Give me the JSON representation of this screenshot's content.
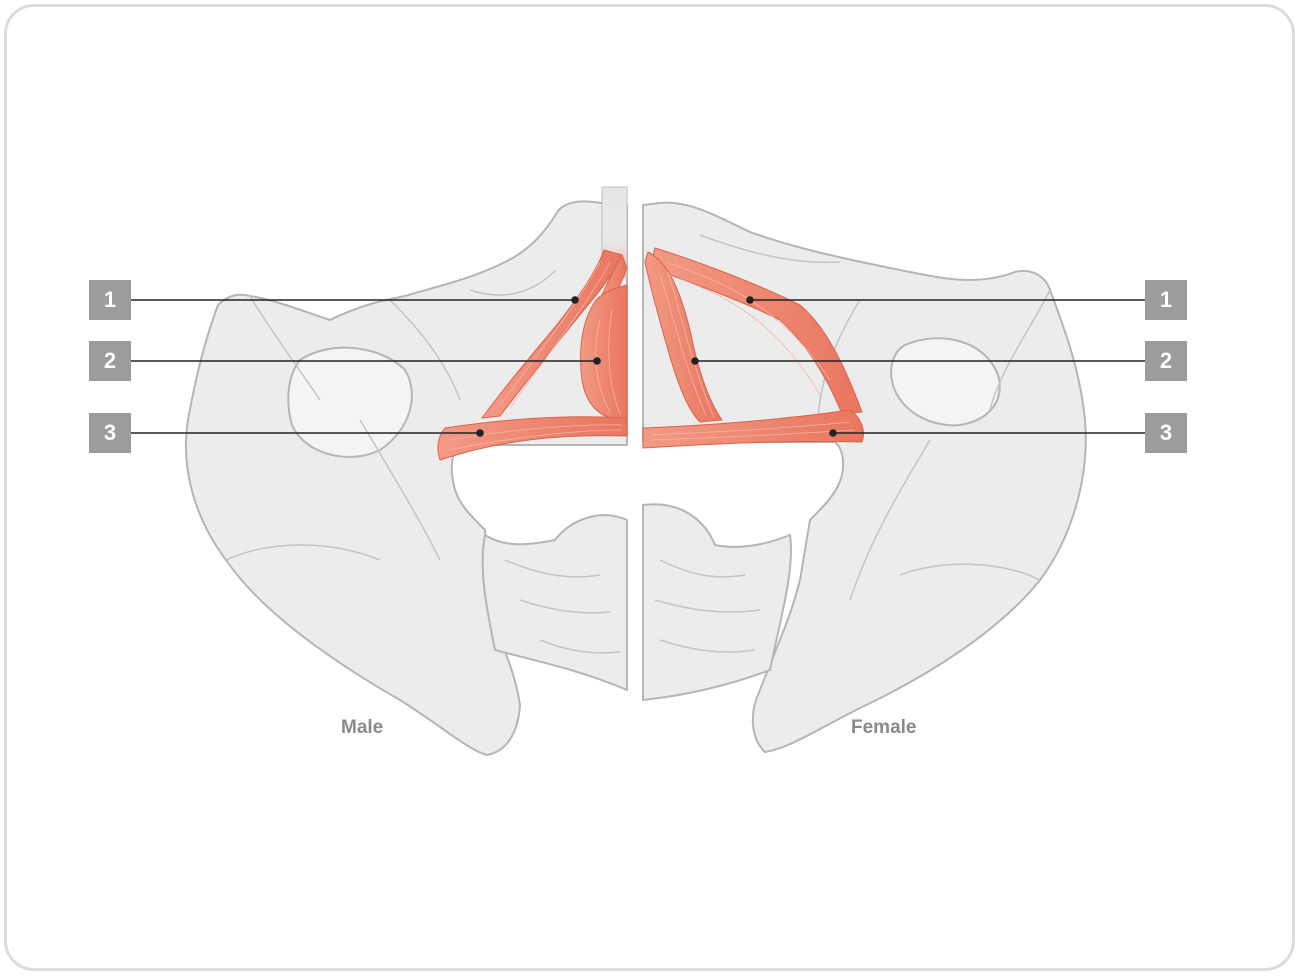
{
  "labels": {
    "left": [
      "1",
      "2",
      "3"
    ],
    "right": [
      "1",
      "2",
      "3"
    ]
  },
  "captions": {
    "male": "Male",
    "female": "Female"
  },
  "colors": {
    "bone_fill": "#ececec",
    "bone_stroke": "#b5b5b5",
    "muscle": "#f08a74",
    "muscle_dark": "#d9644c",
    "badge": "#9c9c9c",
    "leader": "#222222"
  }
}
